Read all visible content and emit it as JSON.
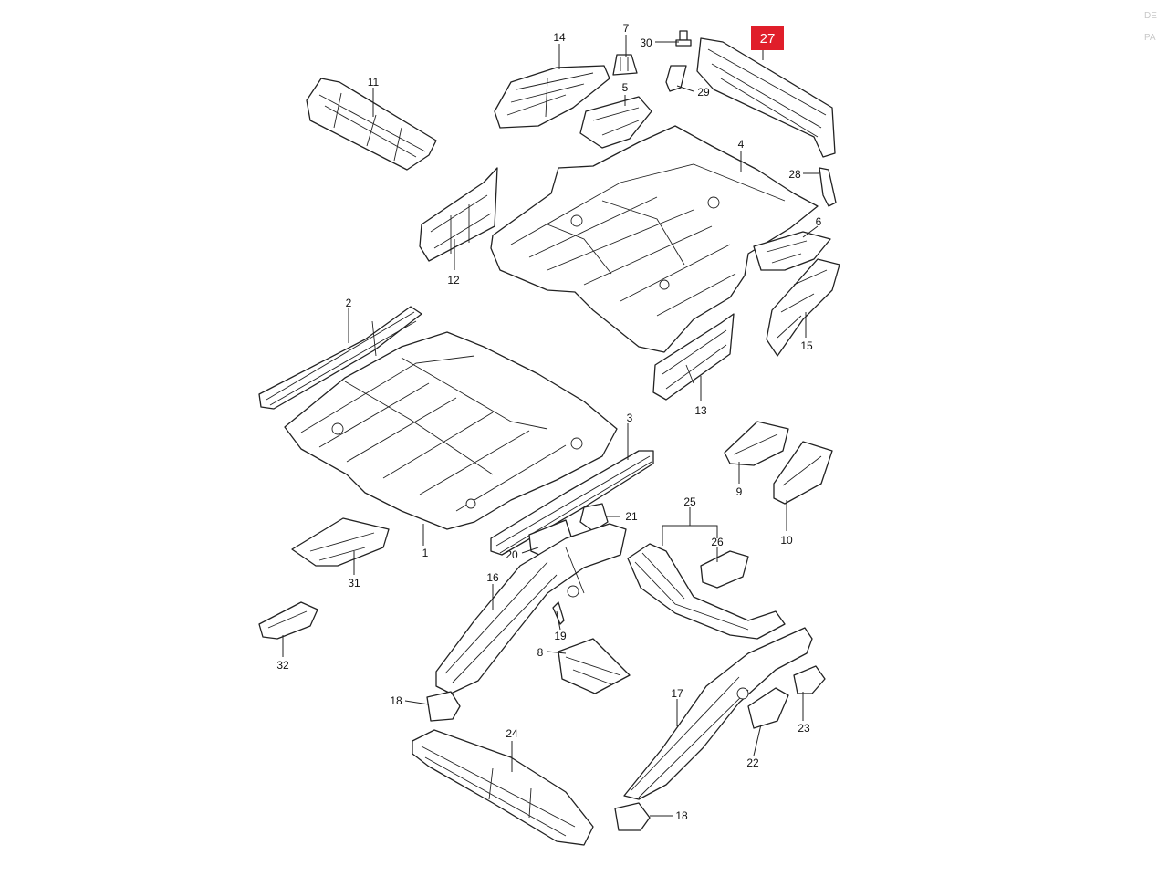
{
  "diagram": {
    "highlighted_part": "27",
    "highlight_color": "#e01e2a",
    "corner_text": [
      "DE",
      "PA"
    ],
    "callouts": [
      "1",
      "2",
      "3",
      "4",
      "5",
      "6",
      "7",
      "8",
      "9",
      "10",
      "11",
      "12",
      "13",
      "14",
      "15",
      "16",
      "17",
      "18",
      "18",
      "19",
      "20",
      "21",
      "22",
      "23",
      "24",
      "25",
      "26",
      "27",
      "28",
      "29",
      "30",
      "31",
      "32"
    ]
  }
}
